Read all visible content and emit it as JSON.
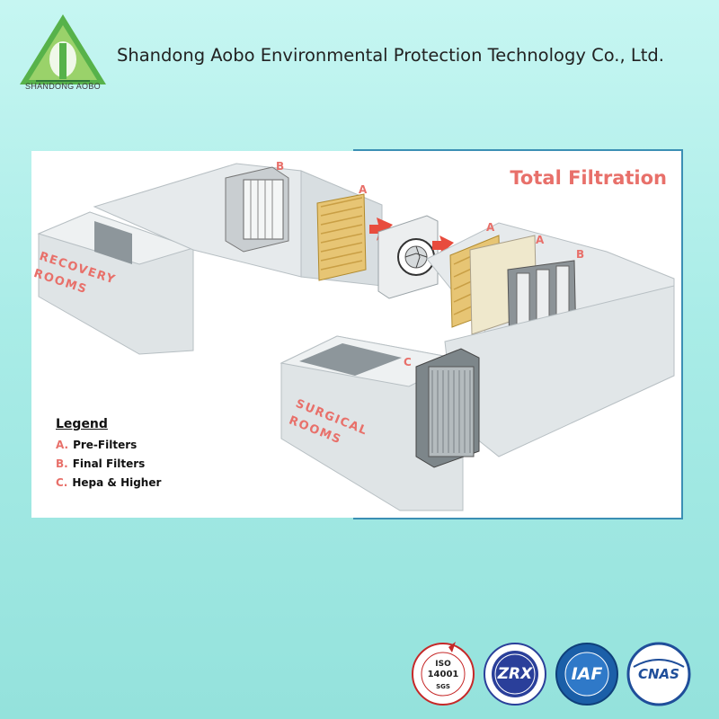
{
  "header": {
    "logo_text": "SHANDONG AOBO",
    "company_name": "Shandong Aobo Environmental Protection Technology Co., Ltd."
  },
  "diagram": {
    "title": "Total Filtration",
    "rooms": {
      "recovery": [
        "Recovery",
        "Rooms"
      ],
      "surgical": [
        "Surgical",
        "Rooms"
      ]
    },
    "markers": {
      "b_top": "B",
      "a_top": "A",
      "a_mid1": "A",
      "a_mid2": "A",
      "b_right": "B",
      "c": "C"
    },
    "legend": {
      "title": "Legend",
      "items": [
        {
          "key": "A.",
          "label": "Pre-Filters"
        },
        {
          "key": "B.",
          "label": "Final Filters"
        },
        {
          "key": "C.",
          "label": "Hepa & Higher"
        }
      ]
    }
  },
  "certifications": {
    "iso": {
      "line1": "ISO",
      "line2": "14001",
      "line3": "SGS"
    },
    "zrx": "ZRX",
    "iaf": "IAF",
    "cnas": "CNAS"
  },
  "colors": {
    "accent": "#e8706a",
    "panel_border": "#3b8fb4",
    "logo_green": "#57b24a"
  }
}
